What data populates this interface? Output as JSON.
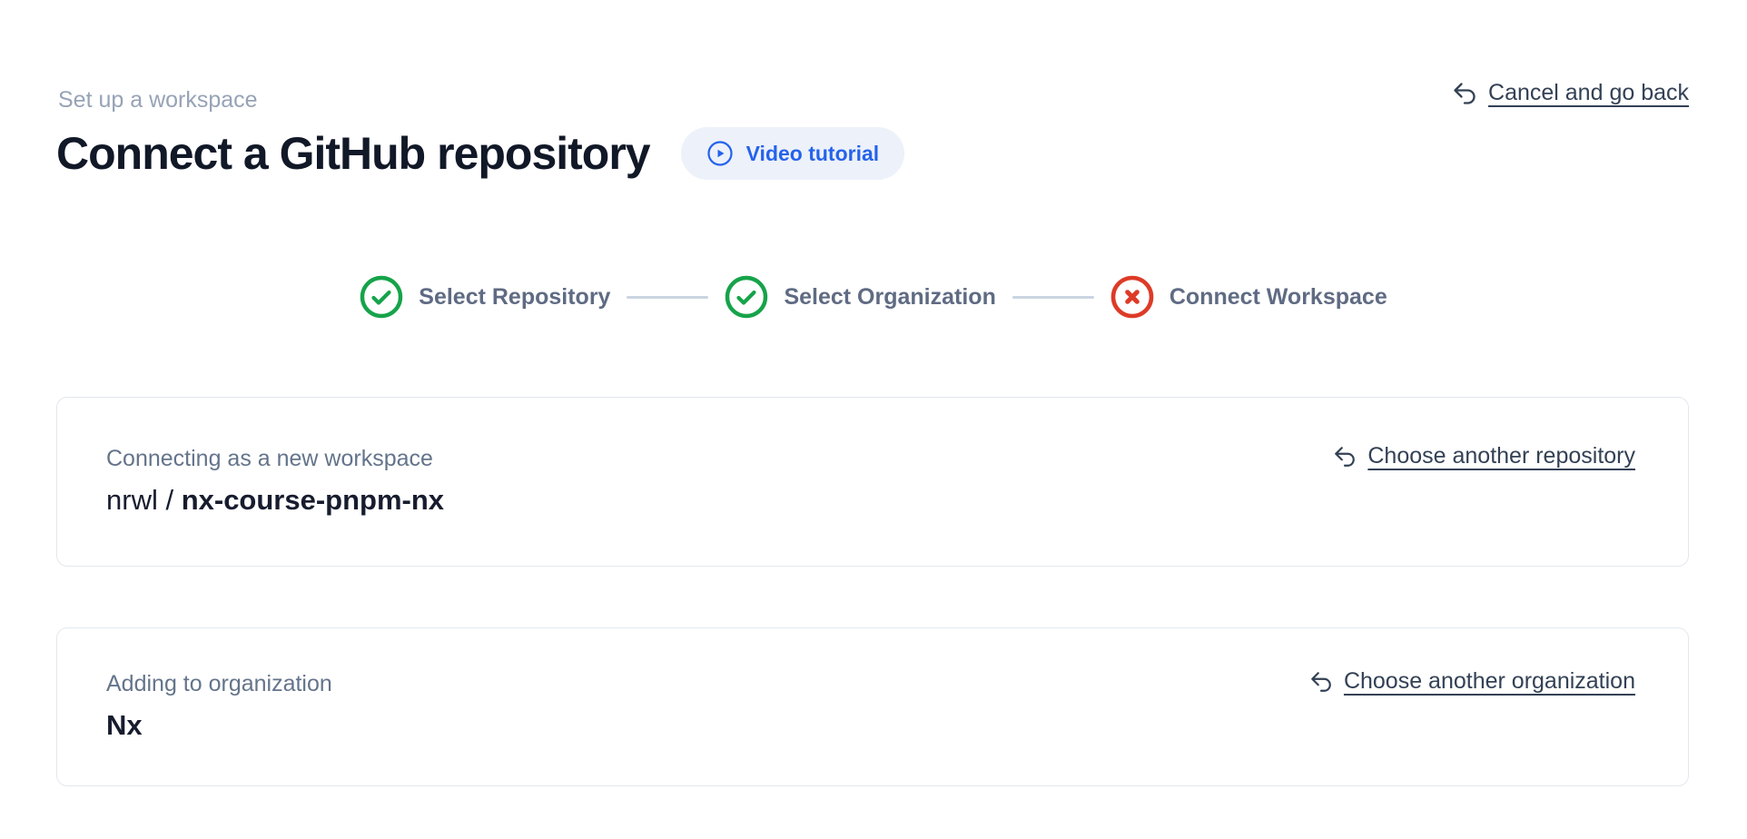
{
  "header": {
    "eyebrow": "Set up a workspace",
    "title": "Connect a GitHub repository",
    "video_tutorial_label": "Video tutorial",
    "cancel_label": "Cancel and go back"
  },
  "stepper": {
    "steps": [
      {
        "label": "Select Repository",
        "status": "complete"
      },
      {
        "label": "Select Organization",
        "status": "complete"
      },
      {
        "label": "Connect Workspace",
        "status": "failed"
      }
    ]
  },
  "cards": {
    "repository": {
      "label": "Connecting as a new workspace",
      "owner_prefix": "nrwl / ",
      "repo_name": "nx-course-pnpm-nx",
      "action_label": "Choose another repository"
    },
    "organization": {
      "label": "Adding to organization",
      "name": "Nx",
      "action_label": "Choose another organization"
    }
  },
  "icons": {
    "video_tutorial": "play-circle-icon",
    "cancel": "arrow-uturn-left-icon",
    "step_complete": "check-circle-icon",
    "step_failed": "x-circle-icon",
    "card_action": "arrow-uturn-left-icon"
  },
  "colors": {
    "success_green": "#16a34a",
    "error_red": "#dd3b27",
    "accent_blue": "#2563eb",
    "pill_background": "#edf1fa",
    "link_text": "#334155",
    "muted_text": "#64748b",
    "eyebrow_text": "#97a3b6",
    "heading_text": "#111827",
    "card_border": "#e3e7ef",
    "connector_gray": "#cbd5e1"
  }
}
